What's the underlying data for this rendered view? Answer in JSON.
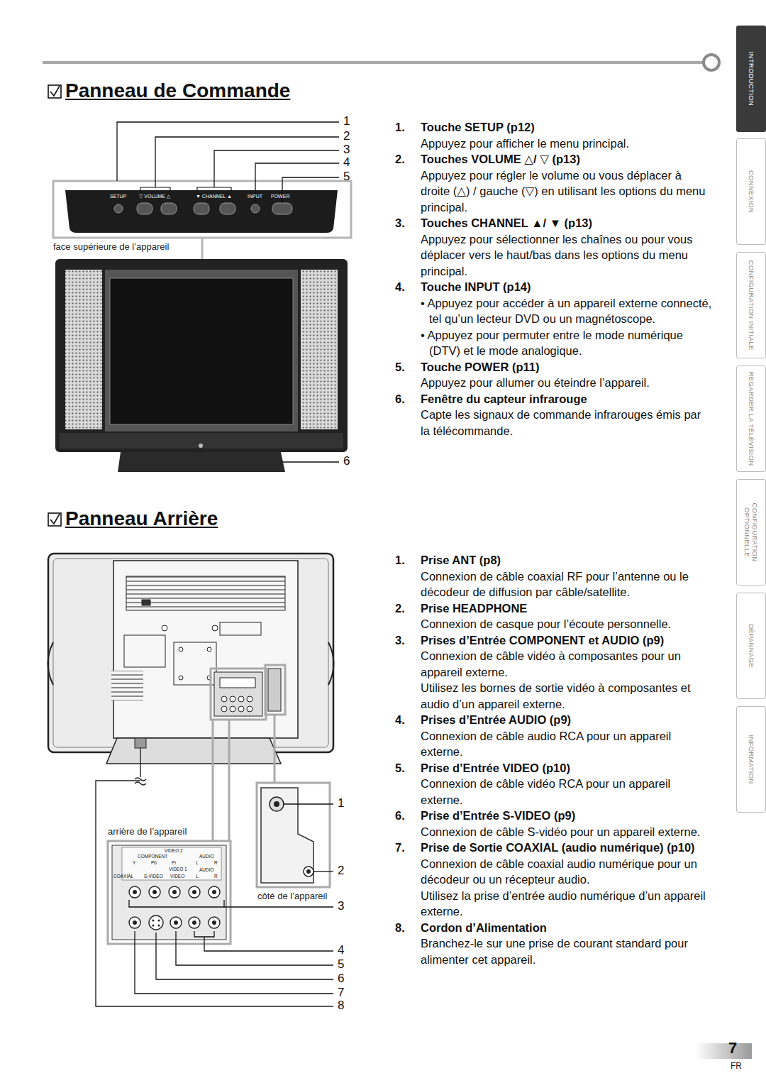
{
  "diagram": {
    "nodes": [
      {
        "text": [
          "INTRODUCTION"
        ]
      },
      {
        "text": [
          "CONNEXION"
        ]
      },
      {
        "text": [
          "CONFIGURATION INITIALE"
        ]
      },
      {
        "text": [
          "REGARDER LA TÉLÉVISION"
        ]
      },
      {
        "text": [
          "CONFIGURATION OPTIONNELLE"
        ]
      },
      {
        "text": [
          "DÉPANNAGE"
        ]
      },
      {
        "text": [
          "INFORMATION"
        ]
      }
    ],
    "labels": [
      "Panneau de Commande",
      "1",
      "2",
      "3",
      "4",
      "5",
      "SETUP",
      "▽ VOLUME △",
      "▼ CHANNEL ▲",
      "INPUT",
      "POWER",
      "face supérieure de l’appareil",
      "6",
      "1.",
      "Touche SETUP (p12)",
      "Appuyez pour afficher le menu principal.",
      "2.",
      "Touches VOLUME △/ ▽ (p13)",
      "Appuyez pour régler le volume ou vous déplacer à droite (△) / gauche (▽) en utilisant les options du menu principal.",
      "3.",
      "Touches CHANNEL ▲/ ▼ (p13)",
      "Appuyez pour sélectionner les chaînes ou pour vous déplacer vers le haut/bas dans les options du menu principal.",
      "4.",
      "Touche INPUT (p14)",
      "• Appuyez pour accéder à un appareil externe connecté, tel qu’un lecteur DVD ou un magnétoscope.",
      "• Appuyez pour permuter entre le mode numérique (DTV) et le mode analogique.",
      "5.",
      "Touche POWER (p11)",
      "Appuyez pour allumer ou éteindre l’appareil.",
      "6.",
      "Fenêtre du capteur infrarouge",
      "Capte les signaux de commande infrarouges émis par la télécommande.",
      "Panneau Arrière",
      "arrière de l’appareil",
      "côté de l’appareil",
      "1",
      "2",
      "3",
      "4",
      "5",
      "6",
      "7",
      "8",
      "VIDEO 2",
      "COMPONENT",
      "Y",
      "Pb",
      "Pr",
      "AUDIO",
      "L",
      "R",
      "VIDEO 1",
      "AUDIO",
      "L",
      "R",
      "COAXIAL",
      "S-VIDEO",
      "VIDEO",
      "1.",
      "Prise ANT (p8)",
      "Connexion de câble coaxial RF pour l’antenne ou le décodeur de diffusion par câble/satellite.",
      "2.",
      "Prise HEADPHONE",
      "Connexion de casque pour l’écoute personnelle.",
      "3.",
      "Prises d’Entrée COMPONENT et AUDIO (p9)",
      "Connexion de câble vidéo à composantes pour un appareil externe.",
      "Utilisez les bornes de sortie vidéo à composantes et audio d’un appareil externe.",
      "4.",
      "Prises d’Entrée AUDIO (p9)",
      "Connexion de câble audio RCA pour un appareil externe.",
      "5.",
      "Prise d’Entrée VIDEO (p10)",
      "Connexion de câble vidéo RCA pour un appareil externe.",
      "6.",
      "Prise d’Entrée S-VIDEO (p9)",
      "Connexion de câble S-vidéo pour un appareil externe.",
      "7.",
      "Prise de Sortie COAXIAL (audio numérique) (p10)",
      "Connexion de câble coaxial audio numérique pour un décodeur ou un récepteur audio.",
      "Utilisez la prise d’entrée audio numérique d’un appareil externe.",
      "8.",
      "Cordon d’Alimentation",
      "Branchez-le sur une prise de courant standard pour alimenter cet appareil.",
      "7",
      "FR"
    ]
  }
}
